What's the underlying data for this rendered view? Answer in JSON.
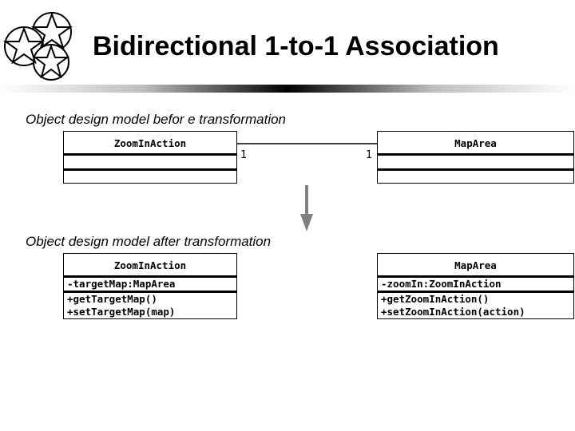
{
  "slide": {
    "title": "Bidirectional 1-to-1 Association"
  },
  "before": {
    "label": "Object design model befor e transformation",
    "left_class": {
      "name": "ZoomInAction",
      "attributes": [],
      "operations": []
    },
    "right_class": {
      "name": "MapArea",
      "attributes": [],
      "operations": []
    },
    "association": {
      "left_multiplicity": "1",
      "right_multiplicity": "1"
    }
  },
  "after": {
    "label": "Object design model after transformation",
    "left_class": {
      "name": "ZoomInAction",
      "attributes": [
        "-targetMap:MapArea"
      ],
      "operations": [
        "+getTargetMap()",
        "+setTargetMap(map)"
      ]
    },
    "right_class": {
      "name": "MapArea",
      "attributes": [
        "-zoomIn:ZoomInAction"
      ],
      "operations": [
        "+getZoomInAction()",
        "+setZoomInAction(action)"
      ]
    }
  },
  "colors": {
    "arrow": "#808080",
    "line": "#000000"
  }
}
